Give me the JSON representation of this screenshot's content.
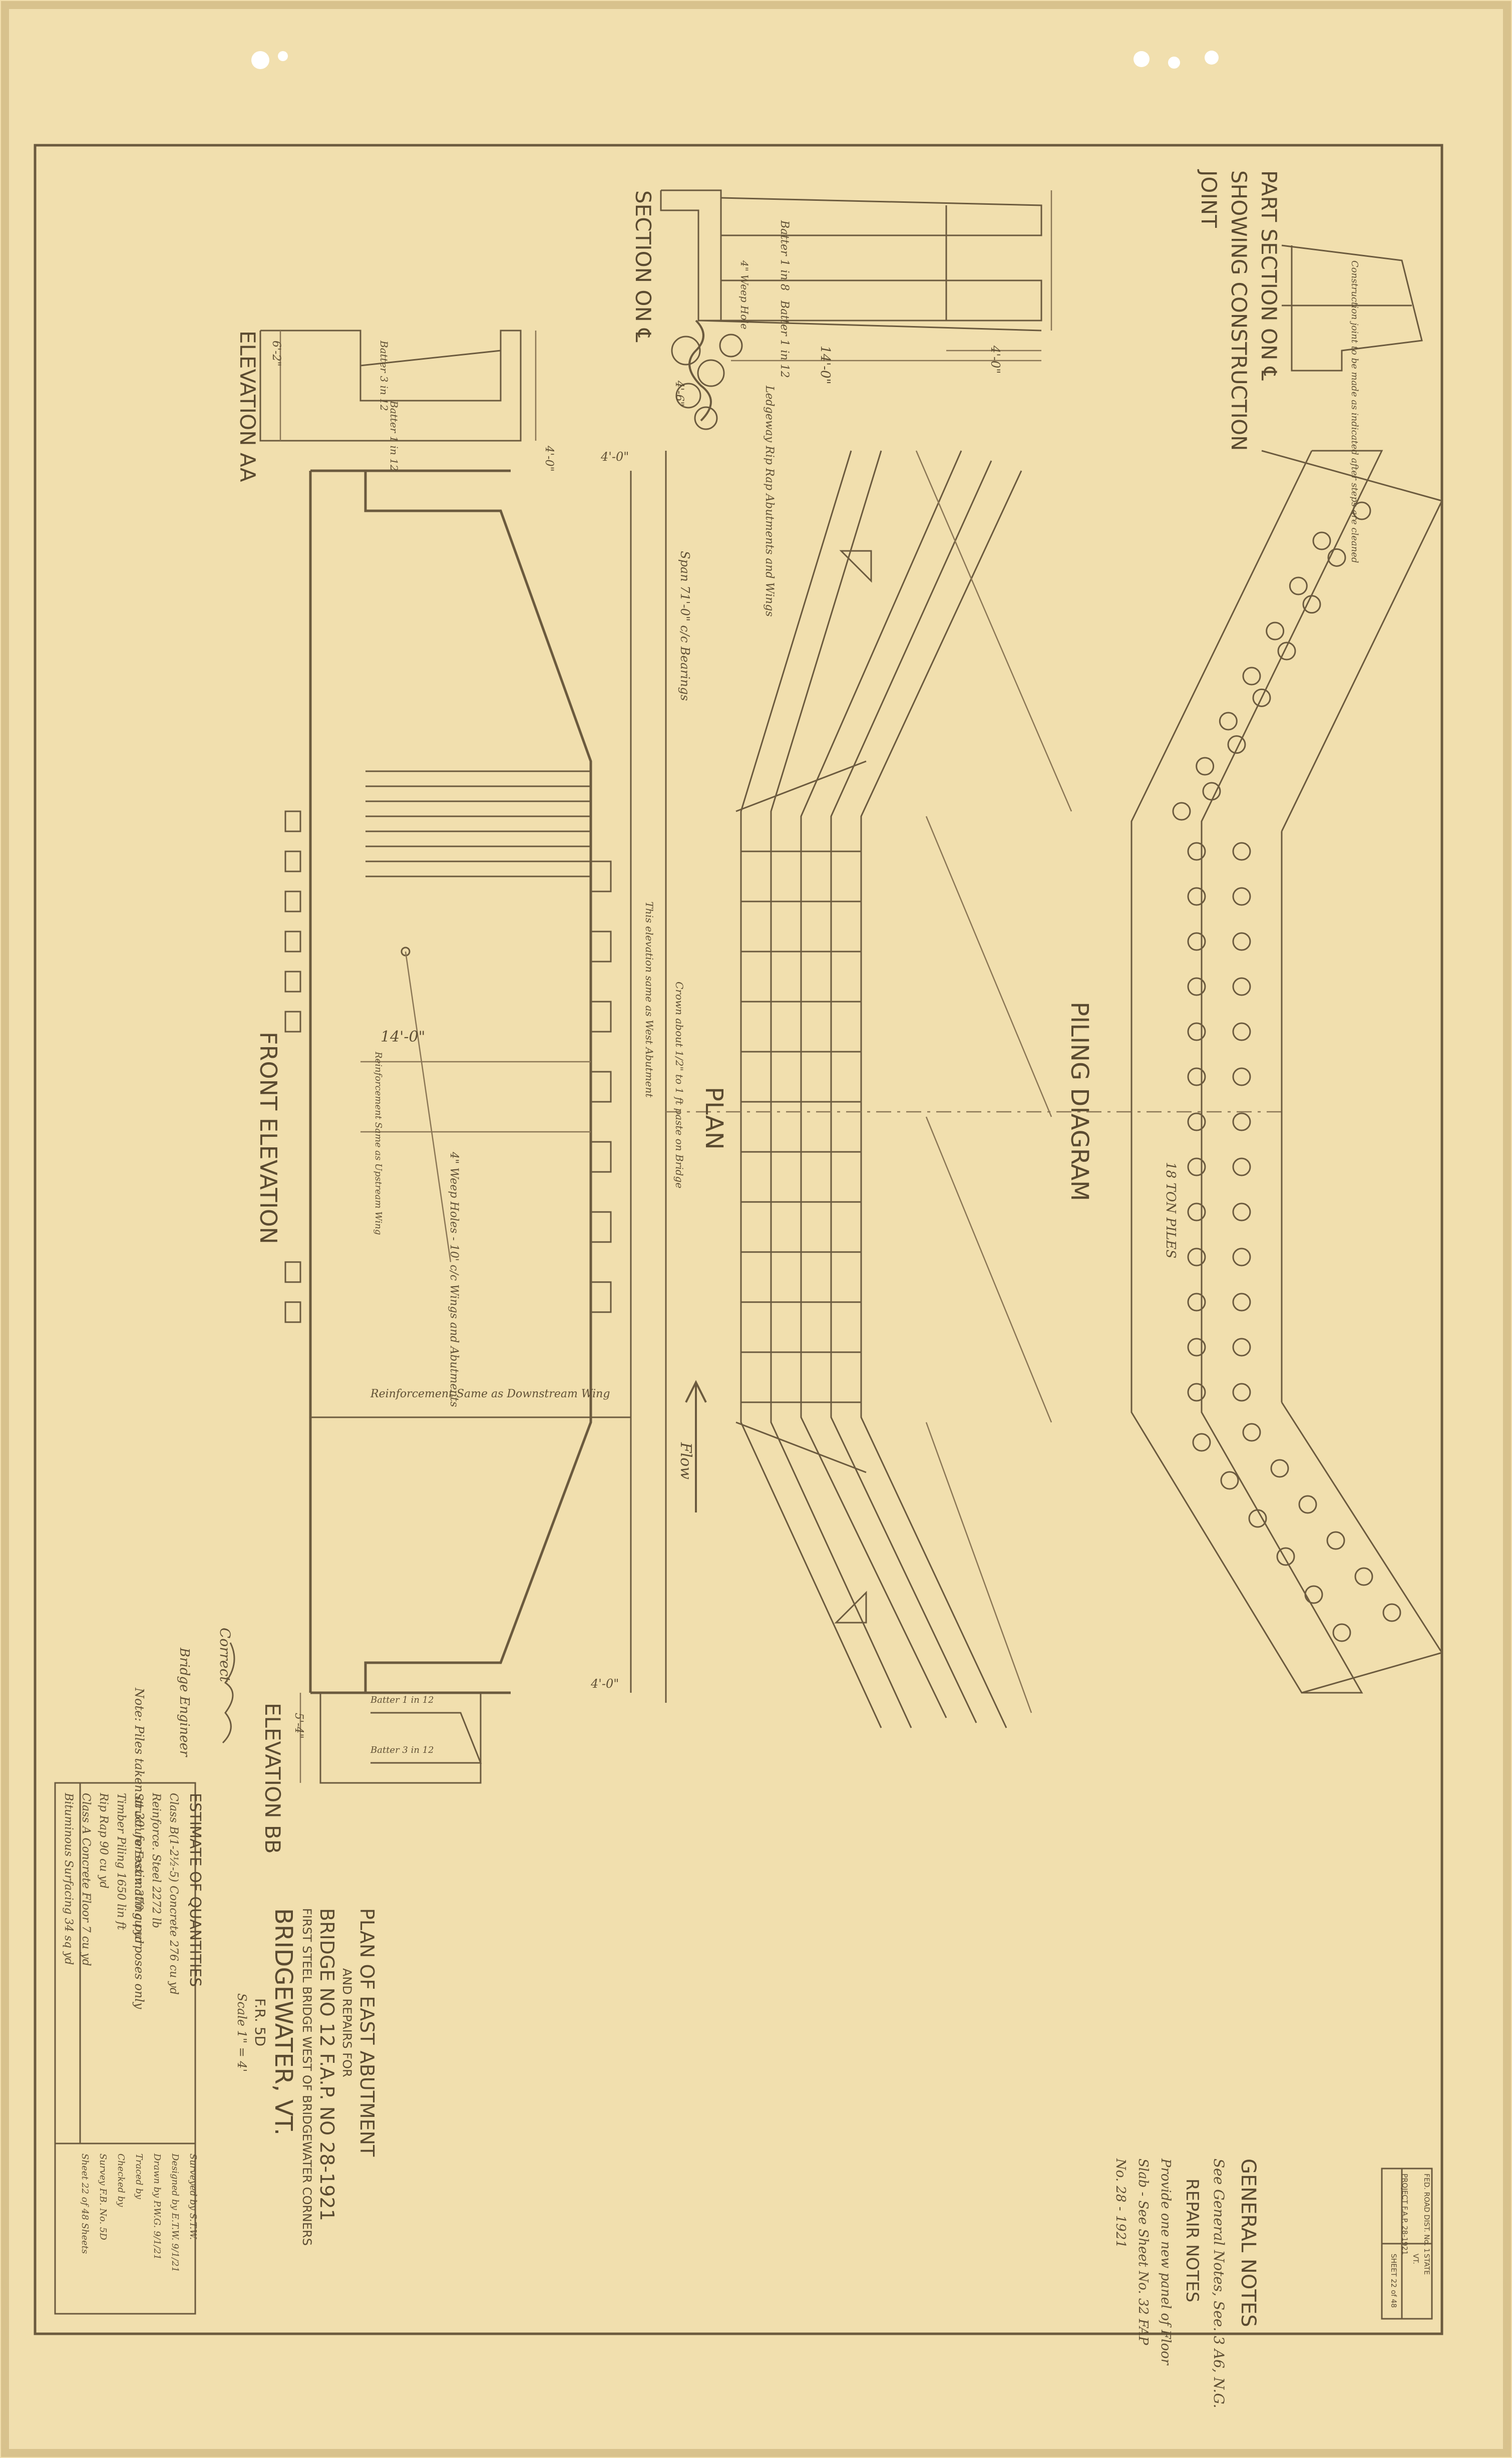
{
  "views": {
    "part_section": {
      "title_line1": "PART SECTION ON ℄",
      "title_line2": "SHOWING CONSTRUCTION",
      "title_line3": "JOINT",
      "note": "Construction joint to be made as indicated after steps are cleaned"
    },
    "section_cl": {
      "title": "SECTION ON ℄",
      "batter_top": "Batter 1 in 8",
      "batter_bottom": "Batter 1 in 12",
      "weep": "4\" Weep Hole",
      "riprap": "Ledgeway Rip Rap Abutments and Wings",
      "dim_width": "14'-0\"",
      "dim_base": "4'-0\"",
      "dim_base2": "4'-6\""
    },
    "elevation_aa": {
      "title": "ELEVATION AA",
      "batter1": "Batter 3 in 12",
      "batter2": "Batter 1 in 12",
      "dim1": "6'-2\"",
      "dim2": "4'-0\""
    },
    "elevation_bb": {
      "title": "ELEVATION BB",
      "batter1": "Batter 1 in 12",
      "batter2": "Batter 3 in 12",
      "dim1": "5'-4\""
    },
    "front_elevation": {
      "title": "FRONT ELEVATION",
      "span": "Span 71'-0\" c/c Bearings",
      "weep_note": "4\" Weep Holes - 10' c/c Wings and Abutments",
      "reinf_up": "Reinforcement Same as Upstream Wing",
      "reinf_down": "Reinforcement Same as Downstream Wing",
      "dim_mid": "14'-0\"",
      "dim_left": "4'-0\"",
      "dim_right": "4'-0\""
    },
    "plan": {
      "title": "PLAN",
      "flow": "Flow",
      "note1": "This elevation same as West Abutment",
      "note2": "Crown about 1/2\" to 1 ft paste on Bridge"
    },
    "piling": {
      "title": "PILING DIAGRAM",
      "piles": "18 TON PILES"
    }
  },
  "general_notes": {
    "title": "GENERAL NOTES",
    "line1": "See General Notes, See. 3 A6, N.G.",
    "repair_title": "REPAIR NOTES",
    "line2": "Provide one new panel of Floor",
    "line3": "Slab - See Sheet No. 32 FAP",
    "line4": "No. 28 - 1921"
  },
  "title_block": {
    "line1": "PLAN OF EAST ABUTMENT",
    "line2": "AND REPAIRS FOR",
    "line3": "BRIDGE NO 12 F.A.P. NO 28-1921",
    "line4": "FIRST STEEL BRIDGE WEST OF BRIDGEWATER CORNERS",
    "line5": "BRIDGEWATER, VT.",
    "line6": "F.R. 5D",
    "scale": "Scale 1\" = 4'"
  },
  "estimate": {
    "title": "ESTIMATE OF QUANTITIES",
    "rows": [
      "Class B(1-2½-5) Concrete  276 cu yd",
      "Reinforce. Steel  2272 lb",
      "Structure Excav.  370 cu yd",
      "Timber Piling  1650 lin ft",
      "Rip Rap  90 cu yd",
      "Class A Concrete Floor  7 cu yd",
      "Bituminous Surfacing  34 sq yd"
    ]
  },
  "signature_block": {
    "correct": "Correct",
    "engineer": "Bridge Engineer",
    "note": "Note: Piles taken at 30' for estimating purposes only"
  },
  "credits": {
    "rows": [
      "Surveyed by  S.T.W.",
      "Designed by  E.T.W.  9/1/21",
      "Drawn by  P.W.G.  9/1/21",
      "Traced by",
      "Checked by",
      "Survey F.B. No. 5D",
      "Sheet 22 of 48 Sheets"
    ]
  },
  "sheet_stamp": {
    "line1": "FED. ROAD DIST. No. 1",
    "line2": "STATE",
    "line3": "VT.",
    "line4": "PROJECT F.A.P. 28-1921",
    "line5": "SHEET 22 of 48"
  }
}
